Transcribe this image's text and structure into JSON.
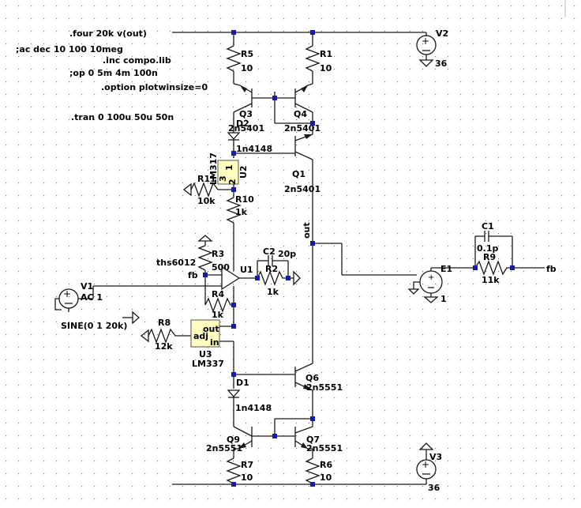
{
  "directives": {
    "four": ".four 20k v(out)",
    "ac": ";ac dec 10 100 10meg",
    "inc": ".inc compo.lib",
    "op": ";op 0 5m 4m 100n",
    "option": ".option plotwinsize=0",
    "tran": ".tran 0 100u 50u 50n"
  },
  "components": {
    "R5": {
      "name": "R5",
      "value": "10"
    },
    "R1": {
      "name": "R1",
      "value": "10"
    },
    "Q3": {
      "name": "Q3",
      "model": "2n5401"
    },
    "Q4": {
      "name": "Q4",
      "model": "2n5401"
    },
    "D2": {
      "name": "D2",
      "model": "1n4148"
    },
    "Q1": {
      "name": "Q1",
      "model": "2n5401"
    },
    "U2": {
      "name": "U2",
      "model": "LM317",
      "pin1": "1",
      "pin2": "2",
      "pin3": "3"
    },
    "R11": {
      "name": "R11",
      "value": "10k"
    },
    "R10": {
      "name": "R10",
      "value": "1k"
    },
    "R3": {
      "name": "R3",
      "value": "500"
    },
    "U1": {
      "name": "U1",
      "model": "ths6012"
    },
    "C2": {
      "name": "C2",
      "value": "20p"
    },
    "R2": {
      "name": "R2",
      "value": "1k"
    },
    "V1": {
      "name": "V1",
      "value": "AC 1",
      "source": "SINE(0 1 20k)"
    },
    "R4": {
      "name": "R4",
      "value": "1k"
    },
    "R8": {
      "name": "R8",
      "value": "12k"
    },
    "U3": {
      "name": "U3",
      "model": "LM337",
      "pin_out": "out",
      "pin_adj": "adj",
      "pin_in": "in"
    },
    "D1": {
      "name": "D1",
      "model": "1n4148"
    },
    "Q6": {
      "name": "Q6",
      "model": "2n5551"
    },
    "Q9": {
      "name": "Q9",
      "model": "2n5551"
    },
    "Q7": {
      "name": "Q7",
      "model": "2n5551"
    },
    "R7": {
      "name": "R7",
      "value": "10"
    },
    "R6": {
      "name": "R6",
      "value": "10"
    },
    "V2": {
      "name": "V2",
      "value": "36"
    },
    "V3": {
      "name": "V3",
      "value": "36"
    },
    "C1": {
      "name": "C1",
      "value": "0.1p"
    },
    "R9": {
      "name": "R9",
      "value": "11k"
    },
    "E1": {
      "name": "E1",
      "value": "1"
    }
  },
  "nets": {
    "out": "out",
    "fb_left": "fb",
    "fb_right": "fb"
  },
  "colors": {
    "background": "#ffffff",
    "wire": "#1a1a1a",
    "node": "#1a1aa8",
    "ic_fill": "#fffdbf"
  }
}
